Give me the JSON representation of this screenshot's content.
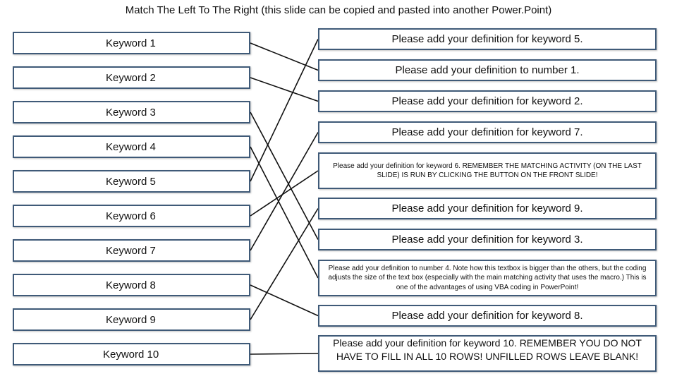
{
  "slide": {
    "title": "Match The Left To The Right (this slide can be copied and pasted into another Power.Point)"
  },
  "keywords": [
    "Keyword 1",
    "Keyword 2",
    "Keyword 3",
    "Keyword 4",
    "Keyword 5",
    "Keyword 6",
    "Keyword 7",
    "Keyword 8",
    "Keyword 9",
    "Keyword 10"
  ],
  "definitions": [
    "Please add your definition for keyword 5.",
    "Please add your definition to number 1.",
    "Please add your definition for keyword 2.",
    "Please add your definition for keyword 7.",
    "Please add your definition for keyword 6. REMEMBER THE MATCHING ACTIVITY (ON THE LAST SLIDE) IS RUN BY CLICKING THE BUTTON ON THE FRONT SLIDE!",
    "Please add your definition for keyword 9.",
    "Please add your definition for keyword 3.",
    "Please add your definition to number 4. Note how this textbox is bigger than the others, but the coding adjusts the size of the text box (especially with the main matching activity that uses the macro.) This is one of the advantages of using VBA coding in PowerPoint!",
    "Please add your definition for keyword 8.",
    "Please add your definition for keyword 10. REMEMBER YOU DO NOT HAVE TO FILL IN ALL 10 ROWS! UNFILLED ROWS LEAVE BLANK!"
  ],
  "matches": [
    {
      "keyword": 1,
      "definition": 2
    },
    {
      "keyword": 2,
      "definition": 3
    },
    {
      "keyword": 3,
      "definition": 7
    },
    {
      "keyword": 4,
      "definition": 8
    },
    {
      "keyword": 5,
      "definition": 1
    },
    {
      "keyword": 6,
      "definition": 5
    },
    {
      "keyword": 7,
      "definition": 4
    },
    {
      "keyword": 8,
      "definition": 9
    },
    {
      "keyword": 9,
      "definition": 6
    },
    {
      "keyword": 10,
      "definition": 10
    }
  ]
}
